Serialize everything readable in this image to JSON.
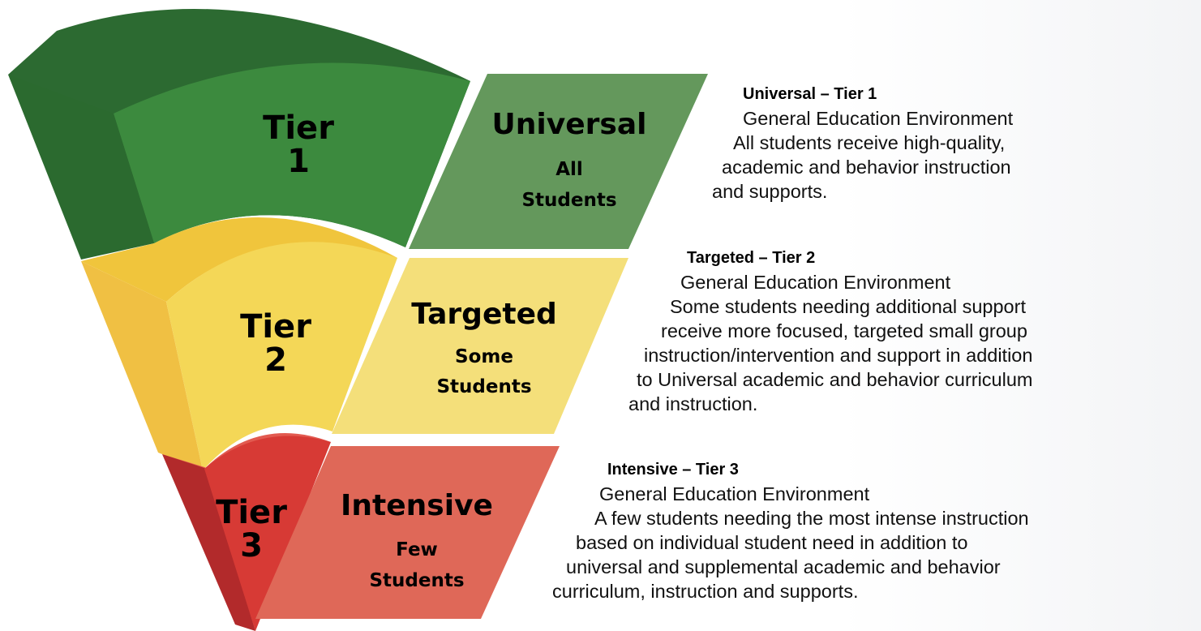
{
  "tiers": [
    {
      "tier_label": "Tier",
      "tier_number": "1",
      "band_title": "Universal",
      "band_sub_1": "All",
      "band_sub_2": "Students",
      "colors": {
        "front": "#3c8a3e",
        "top": "#2c6a31",
        "side": "#2b6a2f",
        "band": "#64985c"
      },
      "description": {
        "heading": "Universal – Tier 1",
        "lines": [
          "General Education Environment",
          "All students receive high-quality,",
          "academic and behavior instruction",
          "and supports."
        ]
      }
    },
    {
      "tier_label": "Tier",
      "tier_number": "2",
      "band_title": "Targeted",
      "band_sub_1": "Some",
      "band_sub_2": "Students",
      "colors": {
        "front": "#f4d757",
        "top": "#f0c53c",
        "side": "#f0c043",
        "band": "#f4df7a"
      },
      "description": {
        "heading": "Targeted – Tier 2",
        "lines": [
          "General Education Environment",
          "Some students needing additional support",
          "receive more focused, targeted small group",
          "instruction/intervention and support in addition",
          "to Universal academic and behavior curriculum",
          "and instruction."
        ]
      }
    },
    {
      "tier_label": "Tier",
      "tier_number": "3",
      "band_title": "Intensive",
      "band_sub_1": "Few",
      "band_sub_2": "Students",
      "colors": {
        "front": "#d73a35",
        "top": "#e25a50",
        "side": "#b22a2b",
        "band": "#df6858"
      },
      "description": {
        "heading": "Intensive – Tier 3",
        "lines": [
          "General Education Environment",
          "A few students needing the most intense instruction",
          "based on individual student need in addition to",
          "universal and supplemental academic and behavior",
          "curriculum, instruction and supports."
        ]
      }
    }
  ]
}
